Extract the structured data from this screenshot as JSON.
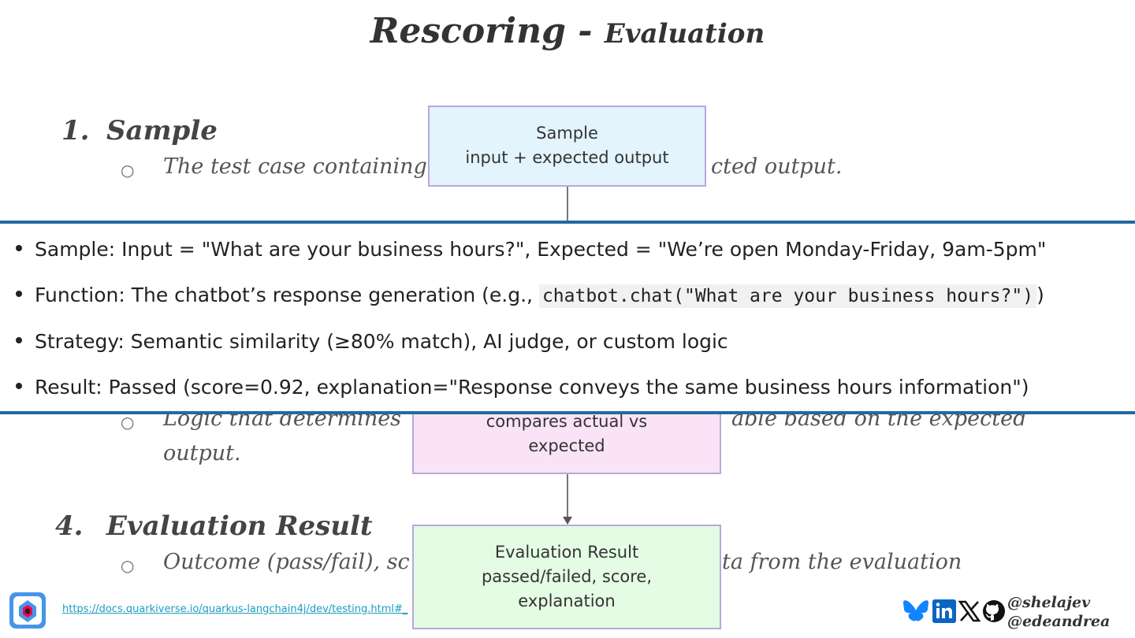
{
  "slide": {
    "title_main": "Rescoring - ",
    "title_sub": "Evaluation"
  },
  "sections": [
    {
      "number": "1.",
      "heading": "Sample",
      "bullet": "The test case containing",
      "bullet_tail": "cted output."
    },
    {
      "bullet_a": "Logic that determines",
      "bullet_b": "able based on the expected",
      "bullet_c": "output."
    },
    {
      "number": "4.",
      "heading": "Evaluation Result",
      "bullet": "Outcome (pass/fail), sc",
      "bullet_tail": "ta from the evaluation"
    }
  ],
  "bullet_symbol": "○",
  "flow": {
    "sample_line1": "Sample",
    "sample_line2": "input + expected output",
    "strategy_line1": "compares actual vs",
    "strategy_line2": "expected",
    "result_line1": "Evaluation Result",
    "result_line2": "passed/failed, score,",
    "result_line3": "explanation"
  },
  "overlay": {
    "rows": [
      {
        "label": "Sample",
        "text": ": Input = \"What are your business hours?\", Expected = \"We’re open Monday-Friday, 9am-5pm\""
      },
      {
        "label": "Function",
        "text": ": The chatbot’s response generation (e.g., ",
        "code": "chatbot.chat(\"What are your business hours?\")",
        "tail": ")"
      },
      {
        "label": "Strategy",
        "text": ": Semantic similarity (≥80% match), AI judge, or custom logic"
      },
      {
        "label": "Result",
        "text": ": Passed (score=0.92, explanation=\"Response conveys the same business hours information\")"
      }
    ]
  },
  "footer": {
    "link": "https://docs.quarkiverse.io/quarkus-langchain4j/dev/testing.html#_",
    "handle1": "@shelajev",
    "handle2": "@edeandrea"
  },
  "icons": [
    "quarkus-logo-icon",
    "bluesky-icon",
    "linkedin-icon",
    "x-icon",
    "github-icon"
  ],
  "colors": {
    "accent": "#1f6aa2",
    "sample_box": "#e3f4fd",
    "strategy_box": "#fbe3f7",
    "result_box": "#e4fbe4",
    "box_border": "#b9a7df"
  }
}
